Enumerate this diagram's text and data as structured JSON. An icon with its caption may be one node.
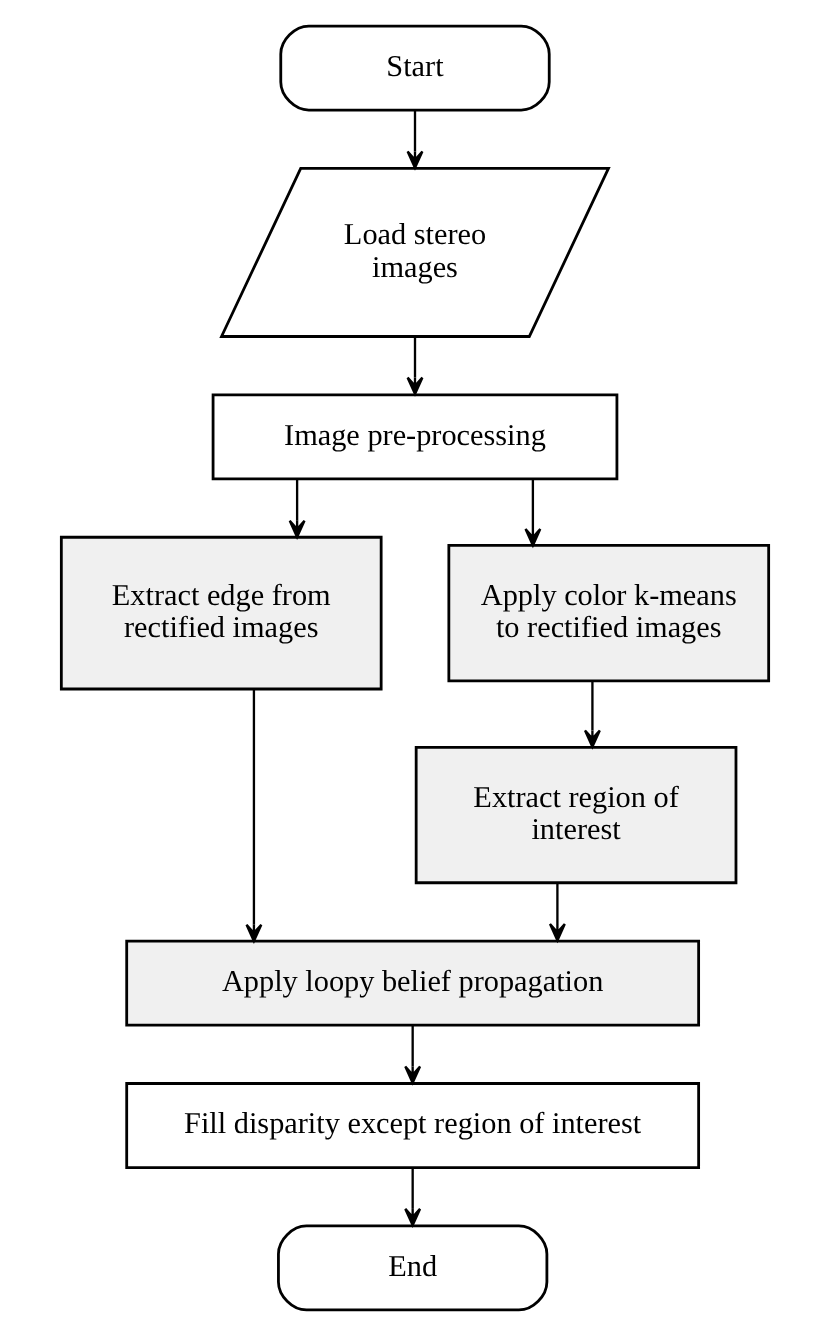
{
  "diagram": {
    "nodes": [
      {
        "text": [
          "Start"
        ]
      },
      {
        "text": [
          "Load stereo images"
        ]
      },
      {
        "text": [
          "Image pre-processing"
        ]
      },
      {
        "text": [
          "Extract edge from rectified images"
        ]
      },
      {
        "text": [
          "Apply color k-means to rectified images"
        ]
      },
      {
        "text": [
          "Extract region of interest"
        ]
      },
      {
        "text": [
          "Apply loopy belief propagation"
        ]
      },
      {
        "text": [
          "Fill disparity except region of interest"
        ]
      },
      {
        "text": [
          "End"
        ]
      }
    ],
    "edges": [
      {
        "from": 0,
        "to": 1,
        "arrow": "to"
      },
      {
        "from": 1,
        "to": 2,
        "arrow": "to"
      },
      {
        "from": 2,
        "to": 3,
        "arrow": "to"
      },
      {
        "from": 2,
        "to": 4,
        "arrow": "to"
      },
      {
        "from": 4,
        "to": 5,
        "arrow": "to"
      },
      {
        "from": 3,
        "to": 6,
        "arrow": "to"
      },
      {
        "from": 5,
        "to": 6,
        "arrow": "to"
      },
      {
        "from": 6,
        "to": 7,
        "arrow": "to"
      },
      {
        "from": 7,
        "to": 8,
        "arrow": "to"
      }
    ]
  }
}
